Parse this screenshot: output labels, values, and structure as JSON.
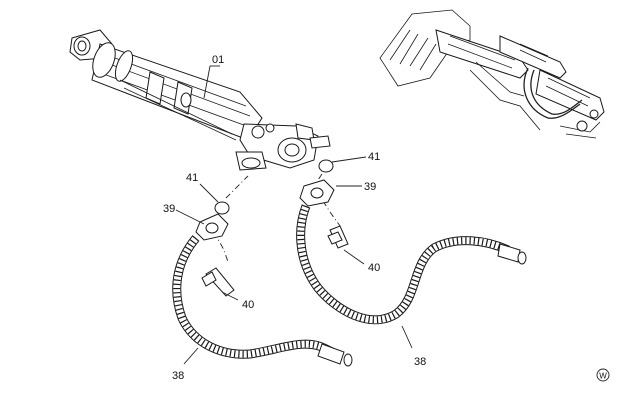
{
  "labels": {
    "cylinder": "01",
    "hose_left": "38",
    "hose_right": "38",
    "flange_left": "39",
    "flange_right": "39",
    "bolt_left": "40",
    "bolt_right": "40",
    "oring_left": "41",
    "oring_right": "41"
  },
  "watermark": "W"
}
